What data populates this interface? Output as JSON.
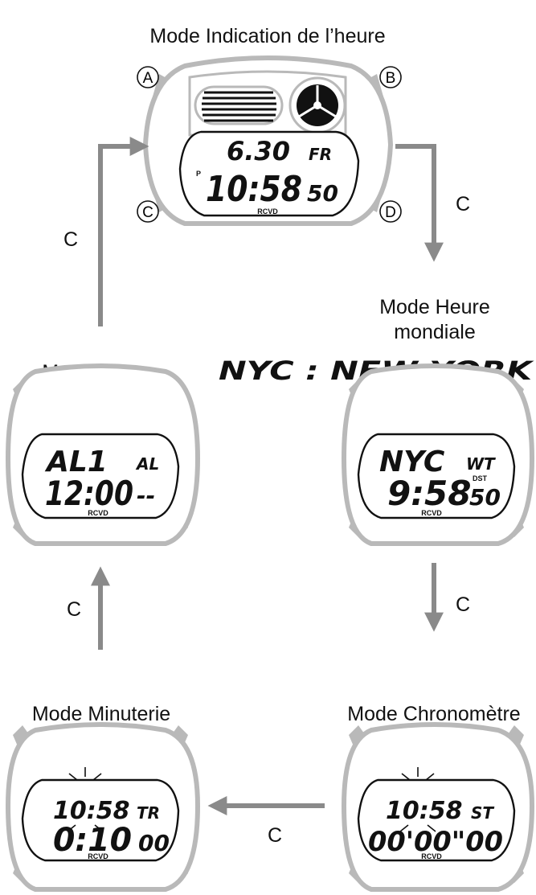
{
  "modes": {
    "timekeeping": {
      "title": "Mode Indication de l’heure",
      "buttons": {
        "a": "A",
        "b": "B",
        "c": "C",
        "d": "D"
      },
      "date": "6.30",
      "day": "FR",
      "pm": "P",
      "hm": "10:58",
      "sec": "50",
      "rcvd": "RCVD"
    },
    "world_time": {
      "title_line1": "Mode Heure",
      "title_line2": "mondiale",
      "city_banner": "NYC : NEW  YORK",
      "city": "NYC",
      "tag": "WT",
      "dst": "DST",
      "hm": "9:58",
      "sec": "50",
      "rcvd": "RCVD"
    },
    "alarm": {
      "title": "Mode Alarme",
      "alarm_no": "AL1",
      "tag": "AL",
      "hm": "12:00",
      "tail": "--",
      "rcvd": "RCVD"
    },
    "stopwatch": {
      "title": "Mode Chronomètre",
      "time": "10:58",
      "tag": "ST",
      "elapsed": "00'00\"00",
      "rcvd": "RCVD"
    },
    "timer": {
      "title": "Mode Minuterie",
      "time": "10:58",
      "tag": "TR",
      "remaining": "0:10",
      "sec": "00",
      "rcvd": "RCVD"
    }
  },
  "transitions": {
    "to_world_time": "C",
    "to_stopwatch": "C",
    "to_timer": "C",
    "to_alarm": "C",
    "to_timekeeping": "C"
  },
  "colors": {
    "case_gray": "#b9b9b9",
    "arrow_gray": "#8a8a8a",
    "ink": "#111111"
  }
}
